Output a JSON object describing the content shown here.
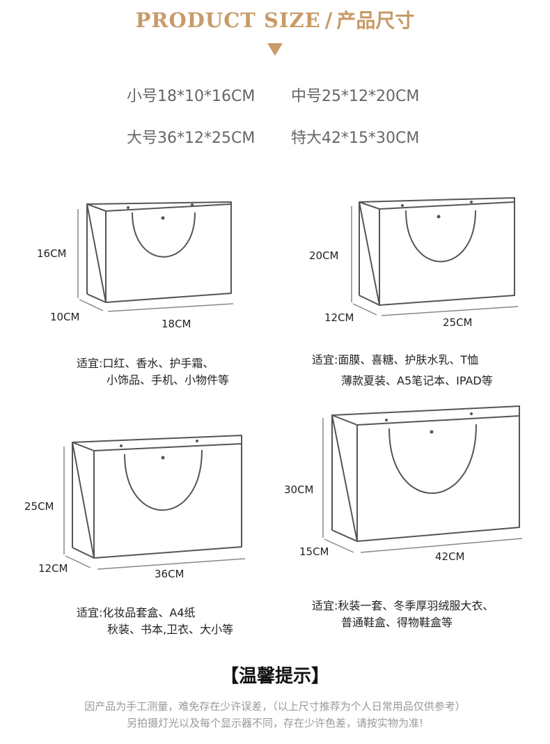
{
  "header": {
    "title_en": "PRODUCT SIZE",
    "separator": "/",
    "title_cn": "产品尺寸"
  },
  "sizes": [
    {
      "label": "小号18*10*16CM"
    },
    {
      "label": "中号25*12*20CM"
    },
    {
      "label": "大号36*12*25CM"
    },
    {
      "label": "特大42*15*30CM"
    }
  ],
  "bags": [
    {
      "height": "16CM",
      "depth": "10CM",
      "width": "18CM",
      "note_line1": "适宜:口红、香水、护手霜、",
      "note_line2": "小饰品、手机、小物件等"
    },
    {
      "height": "20CM",
      "depth": "12CM",
      "width": "25CM",
      "note_line1": "适宜:面膜、喜糖、护肤水乳、T恤",
      "note_line2": "薄款夏装、A5笔记本、IPAD等"
    },
    {
      "height": "25CM",
      "depth": "12CM",
      "width": "36CM",
      "note_line1": "适宜:化妆品套盒、A4纸",
      "note_line2": "秋装、书本,卫衣、大小等"
    },
    {
      "height": "30CM",
      "depth": "15CM",
      "width": "42CM",
      "note_line1": "适宜:秋装一套、冬季厚羽绒服大衣、",
      "note_line2": "普通鞋盒、得物鞋盒等"
    }
  ],
  "tips": {
    "title": "【温馨提示】",
    "line1": "因产品为手工测量，难免存在少许误差，（以上尺寸推荐为个人日常用品仅供参考）",
    "line2": "另拍摄灯光以及每个显示器不同，存在少许色差，请按实物为准!"
  }
}
